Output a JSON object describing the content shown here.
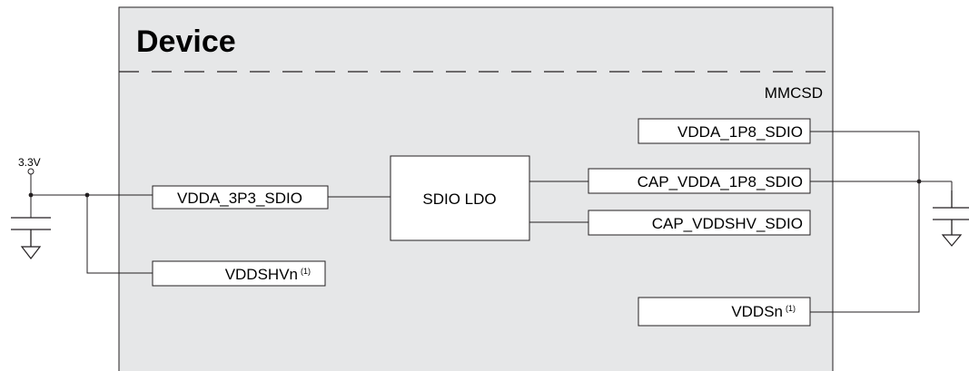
{
  "device": {
    "title": "Device",
    "subsystem": "MMCSD"
  },
  "source": {
    "voltage": "3.3V"
  },
  "pins_left": {
    "vdda_3p3": "VDDA_3P3_SDIO",
    "vddshvn": "VDDSHVn",
    "vddshvn_note": "(1)"
  },
  "ldo": {
    "label": "SDIO LDO"
  },
  "pins_right": {
    "vdda_1p8": "VDDA_1P8_SDIO",
    "cap_vdda_1p8": "CAP_VDDA_1P8_SDIO",
    "cap_vddshv": "CAP_VDDSHV_SDIO",
    "vddsn": "VDDSn",
    "vddsn_note": "(1)"
  },
  "colors": {
    "device_fill": "#e6e7e8",
    "line": "#231f20",
    "box_fill": "#ffffff"
  }
}
